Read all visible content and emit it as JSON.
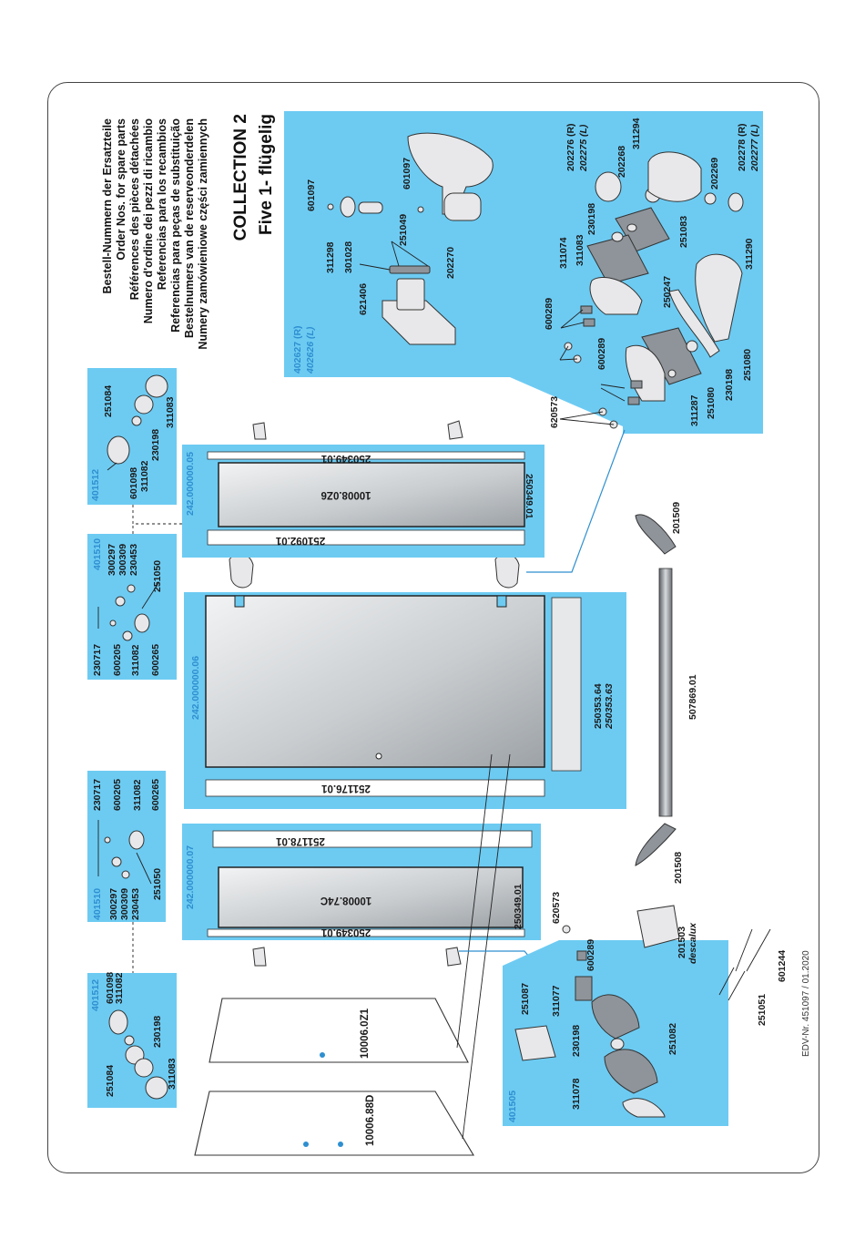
{
  "header": {
    "lines": [
      "Bestell-Nummern der Ersatzteile",
      "Order Nos. for spare parts",
      "Références des pièces détachées",
      "Numero d'ordine dei pezzi di ricambio",
      "Referencias para los recambios",
      "Referencias para peças de substituição",
      "Bestelnumers van de reserveonderdelen",
      "Numery zamówieniowe części zamiennych"
    ],
    "title": "COLLECTION  2",
    "subtitle": "Five 1- flügelig"
  },
  "footer": {
    "edv": "EDV-Nr. 451097 / 01.2020"
  },
  "hinge_panel": {
    "codes": [
      "402627 (R)",
      "402626 (L)"
    ],
    "labels": {
      "p601097a": "601097",
      "p311298": "311298",
      "p301028": "301028",
      "p601097b": "601097",
      "p251049": "251049",
      "p621406": "621406",
      "p202270": "202270",
      "p202276": "202276 (R)",
      "p202275": "202275 (L)",
      "p202268": "202268",
      "p311294": "311294",
      "p311083": "311083",
      "p230198": "230198",
      "p311074": "311074",
      "p251083": "251083",
      "p202269": "202269",
      "p202278": "202278 (R)",
      "p202277": "202277 (L)",
      "p600289a": "600289",
      "p250247": "250247",
      "p311290": "311290",
      "p600289b": "600289",
      "p620573": "620573",
      "p311287": "311287",
      "p251080a": "251080",
      "p230198b": "230198",
      "p251080b": "251080"
    }
  },
  "kit_401512_top": {
    "code": "401512",
    "labels": [
      "251084",
      "601098",
      "311082",
      "230198",
      "311083"
    ]
  },
  "kit_401510_top": {
    "code": "401510",
    "labels": [
      "300297",
      "300309",
      "230453",
      "251050",
      "230717",
      "600205",
      "311082",
      "600265"
    ]
  },
  "kit_401510_mid": {
    "code": "401510",
    "labels": [
      "230717",
      "600205",
      "311082",
      "600265",
      "300297",
      "300309",
      "230453",
      "251050"
    ]
  },
  "kit_401512_bot": {
    "code": "401512",
    "labels": [
      "601098",
      "311082",
      "230198",
      "251084",
      "311083"
    ]
  },
  "panel_05": {
    "code": "242.000000.05",
    "glass": "10008.0Z6",
    "seal_top": "250349.01",
    "seal_bottom": "251092.01",
    "seal_side": "250349.01"
  },
  "panel_06": {
    "code": "242.000000.06",
    "seal": "251176.01",
    "profile_r": "250353.64",
    "profile_l": "250353.63"
  },
  "panel_07": {
    "code": "242.000000.07",
    "glass": "10008.74C",
    "seal_top": "251178.01",
    "seal_bottom": "250349.01",
    "seal_side": "250349.01"
  },
  "profile": {
    "rail": "507869.01",
    "end_r": "201509",
    "end_l": "201508"
  },
  "glass_sheets": {
    "sheet_a": "10006.0Z1",
    "sheet_b": "10006.88D"
  },
  "kit_401505": {
    "code": "401505",
    "labels": {
      "p620573": "620573",
      "p600289": "600289",
      "p201503": "201503",
      "p251087": "251087",
      "p311077": "311077",
      "p230198": "230198",
      "p251082": "251082",
      "p311078": "311078",
      "p251051": "251051",
      "p601244": "601244"
    },
    "logo": "descalux"
  },
  "colors": {
    "panel": "#6dcbf2",
    "accent_text": "#2e8fd0",
    "glass": "#bfc3c6"
  }
}
